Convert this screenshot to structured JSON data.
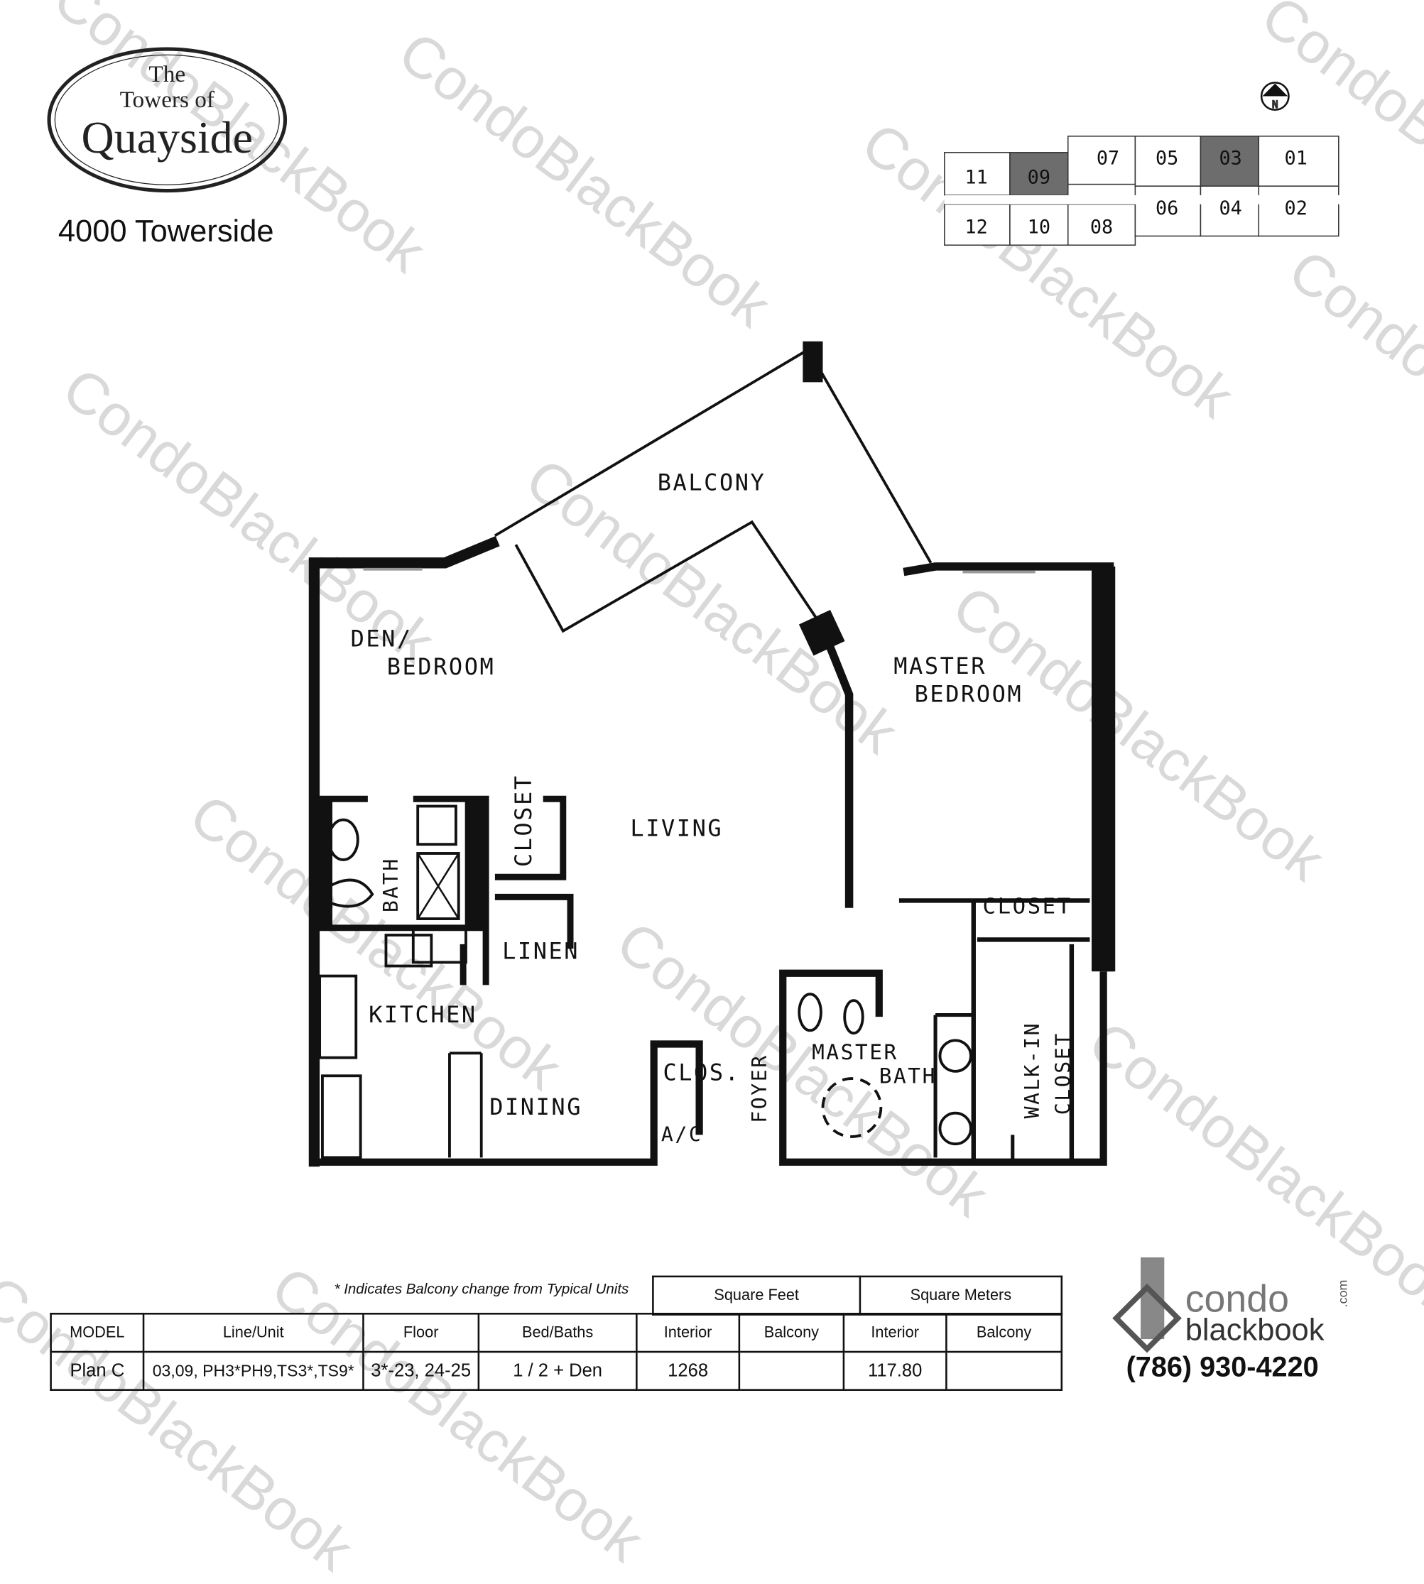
{
  "logo": {
    "line1": "The",
    "line2": "Towers of",
    "line3": "Quayside"
  },
  "address": "4000 Towerside",
  "watermark": "CondoBlackBook",
  "keyplan": {
    "north_label": "N",
    "units_top": [
      "11",
      "09",
      "07",
      "05",
      "03",
      "01"
    ],
    "units_bottom": [
      "12",
      "10",
      "08",
      "06",
      "04",
      "02"
    ],
    "highlighted": [
      "09",
      "03"
    ],
    "highlight_color": "#6d6d6d"
  },
  "rooms": {
    "balcony": "BALCONY",
    "den1": "DEN/",
    "den2": "BEDROOM",
    "master1": "MASTER",
    "master2": "BEDROOM",
    "living": "LIVING",
    "closet_v": "CLOSET",
    "bath": "BATH",
    "linen": "LINEN",
    "kitchen": "KITCHEN",
    "dining": "DINING",
    "clos": "CLOS.",
    "ac": "A/C",
    "foyer": "FOYER",
    "mbath1": "MASTER",
    "mbath2": "BATH",
    "closet_m": "CLOSET",
    "walkin1": "WALK-IN",
    "walkin2": "CLOSET"
  },
  "table": {
    "note": "* Indicates Balcony change from Typical Units",
    "group_headers": [
      "Square Feet",
      "Square Meters"
    ],
    "headers": [
      "MODEL",
      "Line/Unit",
      "Floor",
      "Bed/Baths",
      "Interior",
      "Balcony",
      "Interior",
      "Balcony"
    ],
    "row": [
      "Plan C",
      "03,09, PH3*PH9,TS3*,TS9*",
      "3*-23, 24-25",
      "1 / 2 + Den",
      "1268",
      "",
      "117.80",
      ""
    ]
  },
  "brand": {
    "line1": "condo",
    "line2": "blackbook",
    "suffix": ".com",
    "phone": "(786) 930-4220"
  }
}
